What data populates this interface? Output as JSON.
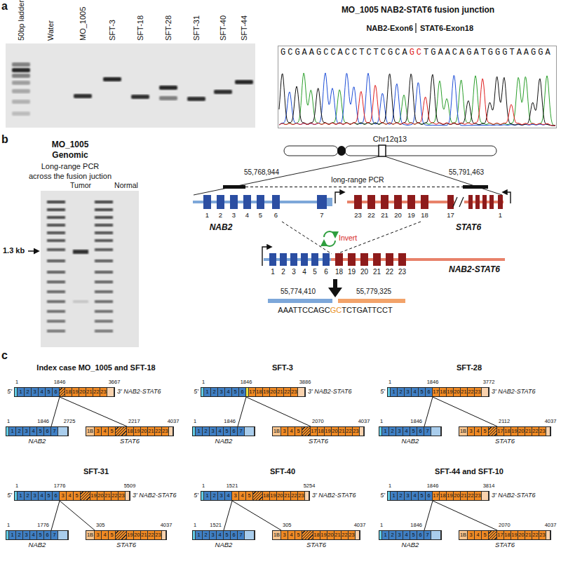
{
  "diagram": {
    "nodes": [
      {
        "text": [
          "MO_1005 NAB2-STAT6 fusion junction",
          "NAB2-Exon6",
          "STAT6-Exon18",
          "GCGAAGCCACCTCTCGCAGCTGAACAGATGGGTAAGGA"
        ]
      },
      {
        "text": [
          "1",
          "2",
          "3",
          "4",
          "5",
          "6",
          "18",
          "19",
          "20",
          "21",
          "22",
          "23"
        ]
      },
      {
        "text": [
          "1",
          "2",
          "3",
          "4",
          "5",
          "6",
          "7"
        ]
      },
      {
        "text": [
          "1B",
          "3",
          "4",
          "5",
          "18",
          "19",
          "20",
          "21",
          "22",
          "23"
        ]
      },
      {
        "text": [
          "1",
          "2",
          "3",
          "4",
          "5",
          "6",
          "17",
          "18",
          "19",
          "20",
          "21",
          "22",
          "23"
        ]
      },
      {
        "text": [
          "1",
          "2",
          "3",
          "4",
          "5",
          "6",
          "7"
        ]
      },
      {
        "text": [
          "1B",
          "3",
          "4",
          "5",
          "17",
          "18",
          "19",
          "20",
          "21",
          "22",
          "23"
        ]
      },
      {
        "text": [
          "1",
          "2",
          "3",
          "4",
          "5",
          "6",
          "17",
          "18",
          "19",
          "20",
          "21",
          "22",
          "23"
        ]
      },
      {
        "text": [
          "1",
          "2",
          "3",
          "4",
          "5",
          "6",
          "7"
        ]
      },
      {
        "text": [
          "1B",
          "3",
          "4",
          "5",
          "17",
          "18",
          "19",
          "20",
          "21",
          "22",
          "23"
        ]
      },
      {
        "text": [
          "1",
          "2",
          "3",
          "4",
          "5",
          "6",
          "3",
          "4",
          "5",
          "19",
          "20",
          "21",
          "22",
          "23"
        ]
      },
      {
        "text": [
          "1",
          "2",
          "3",
          "4",
          "5",
          "6",
          "7"
        ]
      },
      {
        "text": [
          "1B",
          "3",
          "4",
          "5",
          "19",
          "20",
          "21",
          "22",
          "23"
        ]
      },
      {
        "text": [
          "1",
          "2",
          "3",
          "4",
          "3",
          "4",
          "5",
          "18",
          "19",
          "20",
          "21",
          "22",
          "23"
        ]
      },
      {
        "text": [
          "1",
          "2",
          "3",
          "4",
          "5",
          "6",
          "7"
        ]
      },
      {
        "text": [
          "1B",
          "3",
          "4",
          "5",
          "18",
          "19",
          "20",
          "21",
          "22",
          "23"
        ]
      },
      {
        "text": [
          "1",
          "2",
          "3",
          "4",
          "5",
          "6",
          "17",
          "18",
          "19",
          "20",
          "21",
          "22",
          "23"
        ]
      },
      {
        "text": [
          "1",
          "2",
          "3",
          "4",
          "5",
          "6",
          "7"
        ]
      },
      {
        "text": [
          "1B",
          "3",
          "4",
          "5",
          "17",
          "18",
          "19",
          "20",
          "21",
          "22",
          "23"
        ]
      }
    ],
    "edges": [
      {
        "from": 2,
        "to": 1,
        "arrow": "none"
      },
      {
        "from": 3,
        "to": 1,
        "arrow": "none"
      },
      {
        "from": 5,
        "to": 4,
        "arrow": "none"
      },
      {
        "from": 6,
        "to": 4,
        "arrow": "none"
      },
      {
        "from": 8,
        "to": 7,
        "arrow": "none"
      },
      {
        "from": 9,
        "to": 7,
        "arrow": "none"
      },
      {
        "from": 11,
        "to": 10,
        "arrow": "none"
      },
      {
        "from": 12,
        "to": 10,
        "arrow": "none"
      },
      {
        "from": 14,
        "to": 13,
        "arrow": "none"
      },
      {
        "from": 15,
        "to": 13,
        "arrow": "none"
      },
      {
        "from": 17,
        "to": 16,
        "arrow": "none"
      },
      {
        "from": 18,
        "to": 16,
        "arrow": "none"
      }
    ],
    "labels": [
      "a",
      "b",
      "c",
      "50bp ladder",
      "Water",
      "MO_1005",
      "SFT-3",
      "SFT-18",
      "SFT-28",
      "SFT-31",
      "SFT-40",
      "SFT-44",
      "MO_1005",
      "Genomic",
      "Long-range PCR",
      "across the fusion juction",
      "Tumor",
      "Normal",
      "1.3 kb",
      "Chr12q13",
      "55,768,944",
      "55,791,463",
      "long-range PCR",
      "1",
      "2",
      "3",
      "4",
      "5",
      "6",
      "7",
      "NAB2",
      "23",
      "22",
      "21",
      "20",
      "19",
      "18",
      "17",
      "1",
      "STAT6",
      "Invert",
      "1",
      "2",
      "3",
      "4",
      "5",
      "6",
      "18",
      "19",
      "20",
      "21",
      "22",
      "23",
      "NAB2-STAT6",
      "55,774,410",
      "55,779,325",
      "AAATTCCAGCGCTCTGATTCCT",
      "Index case MO_1005 and SFT-18",
      "1",
      "1846",
      "3667",
      "5'",
      "3' NAB2-STAT6",
      "1",
      "1846",
      "2725",
      "NAB2",
      "2217",
      "4037",
      "STAT6",
      "SFT-3",
      "1",
      "1846",
      "3886",
      "5'",
      "3' NAB2-STAT6",
      "1",
      "1846",
      "NAB2",
      "2070",
      "4037",
      "STAT6",
      "SFT-28",
      "1",
      "1846",
      "3772",
      "5'",
      "3' NAB2-STAT6",
      "1",
      "1846",
      "NAB2",
      "2112",
      "4037",
      "STAT6",
      "SFT-31",
      "1",
      "1776",
      "5509",
      "5'",
      "3' NAB2-STAT6",
      "1",
      "1776",
      "NAB2",
      "305",
      "4037",
      "STAT6",
      "SFT-40",
      "1",
      "1521",
      "5254",
      "5'",
      "3' NAB2-STAT6",
      "1",
      "1521",
      "NAB2",
      "305",
      "4037",
      "STAT6",
      "SFT-44 and SFT-10",
      "1",
      "1846",
      "3814",
      "5'",
      "3' NAB2-STAT6",
      "1",
      "1846",
      "NAB2",
      "2070",
      "4037",
      "STAT6"
    ]
  }
}
